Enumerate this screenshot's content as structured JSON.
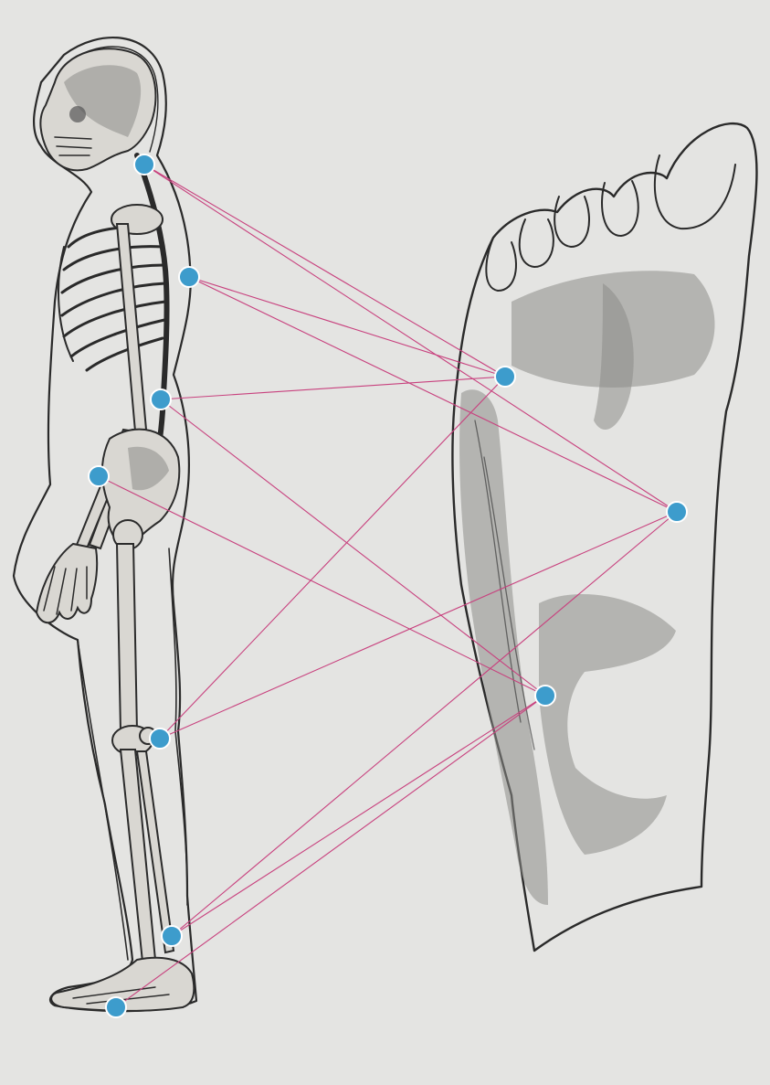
{
  "colors": {
    "background": "#e4e4e2",
    "line": "#c8417e",
    "marker": "#3d9ccc",
    "marker_outline": "#ffffff"
  },
  "points": {
    "body": [
      "neck",
      "upper-back",
      "lower-back",
      "hand",
      "knee",
      "ankle",
      "toes"
    ],
    "foot": [
      "foot-ball",
      "foot-outer-edge",
      "foot-heel"
    ]
  },
  "connections": [
    [
      "neck",
      "foot-ball"
    ],
    [
      "neck",
      "foot-outer-edge"
    ],
    [
      "upper-back",
      "foot-ball"
    ],
    [
      "upper-back",
      "foot-outer-edge"
    ],
    [
      "lower-back",
      "foot-ball"
    ],
    [
      "lower-back",
      "foot-heel"
    ],
    [
      "hand",
      "foot-heel"
    ],
    [
      "knee",
      "foot-ball"
    ],
    [
      "knee",
      "foot-outer-edge"
    ],
    [
      "ankle",
      "foot-outer-edge"
    ],
    [
      "ankle",
      "foot-heel"
    ],
    [
      "toes",
      "foot-heel"
    ]
  ]
}
